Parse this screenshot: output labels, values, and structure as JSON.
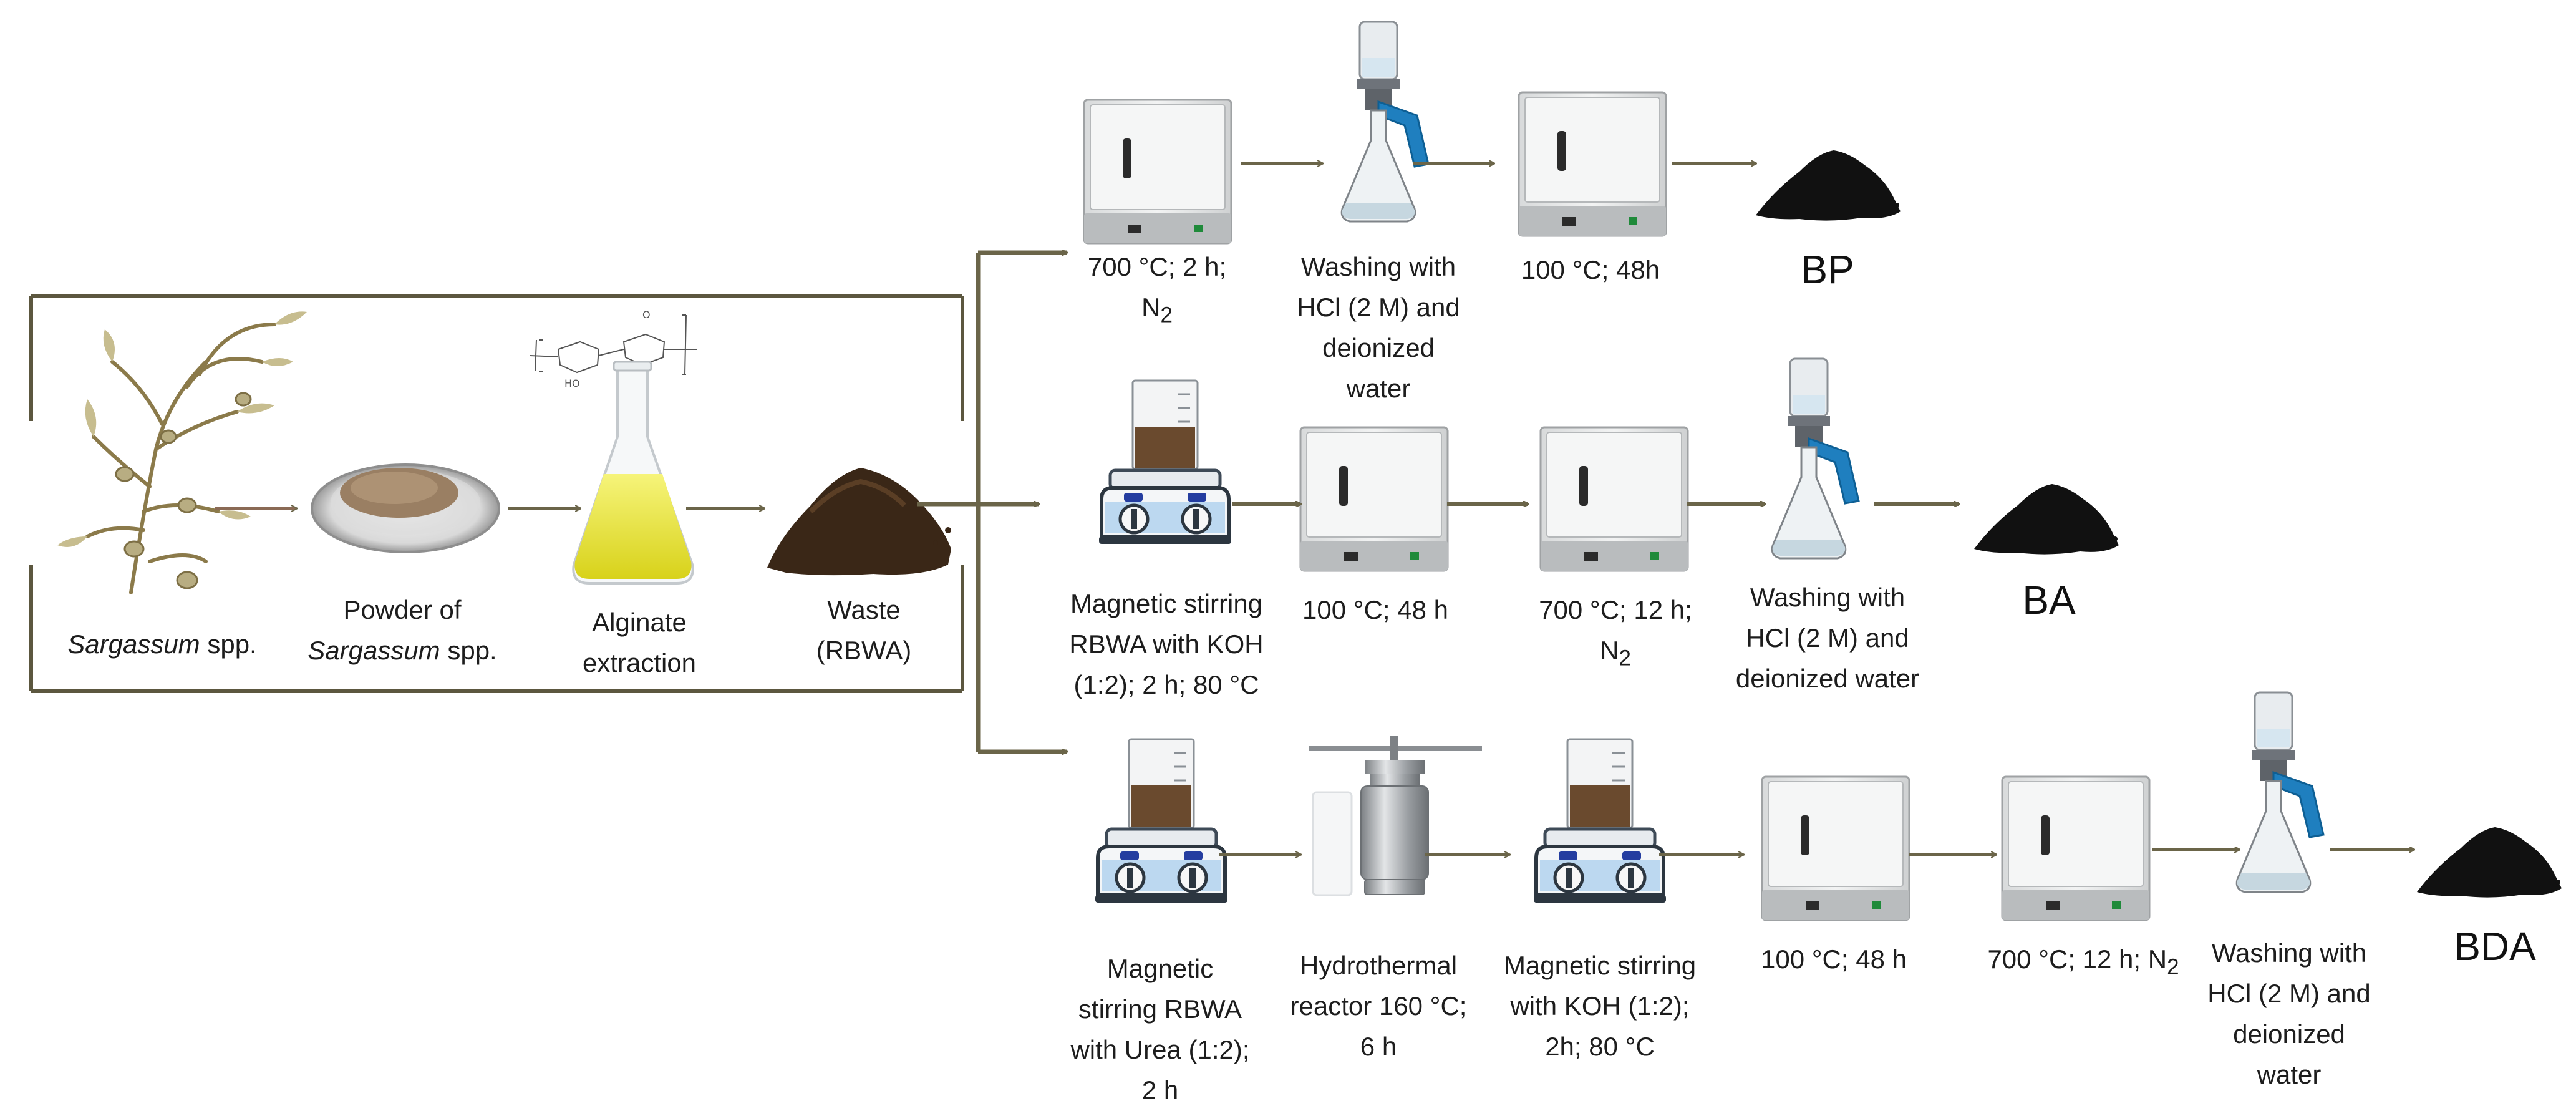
{
  "colors": {
    "arrow": "#6b6549",
    "box": "#5c573f"
  },
  "inputs": {
    "sargassum": {
      "name": "Sargassum",
      "suffix": " spp."
    },
    "powder": {
      "line1": "Powder of",
      "name": "Sargassum",
      "suffix": " spp."
    },
    "alginate": {
      "line1": "Alginate",
      "line2": "extraction"
    },
    "waste": {
      "line1": "Waste",
      "line2": "(RBWA)"
    }
  },
  "route_bp": {
    "step1": {
      "line1": "700 °C; 2 h;",
      "line2": "N",
      "line2_sub": "2"
    },
    "step2": {
      "line1": "Washing with",
      "line2": "HCl (2 M) and",
      "line3": "deionized",
      "line4": "water"
    },
    "step3": {
      "line1": "100 °C; 48h"
    },
    "product": "BP"
  },
  "route_ba": {
    "step1": {
      "line1": "Magnetic stirring",
      "line2": "RBWA with KOH",
      "line3": "(1:2); 2 h; 80 °C"
    },
    "step2": {
      "line1": "100 °C; 48 h"
    },
    "step3": {
      "line1": "700 °C; 12 h;",
      "line2": "N",
      "line2_sub": "2"
    },
    "step4": {
      "line1": "Washing with",
      "line2": "HCl (2 M) and",
      "line3": "deionized water"
    },
    "product": "BA"
  },
  "route_bda": {
    "step1": {
      "line1": "Magnetic",
      "line2": "stirring RBWA",
      "line3": "with Urea (1:2);",
      "line4": "2 h"
    },
    "step2": {
      "line1": "Hydrothermal",
      "line2": "reactor 160 °C;",
      "line3": "6 h"
    },
    "step3": {
      "line1": "Magnetic stirring",
      "line2": "with KOH (1:2);",
      "line3": "2h; 80 °C"
    },
    "step4": {
      "line1": "100 °C; 48 h"
    },
    "step5": {
      "line1": "700 °C; 12 h; N",
      "line1_sub": "2"
    },
    "step6": {
      "line1": "Washing with",
      "line2": "HCl (2 M) and",
      "line3": "deionized",
      "line4": "water"
    },
    "product": "BDA"
  }
}
